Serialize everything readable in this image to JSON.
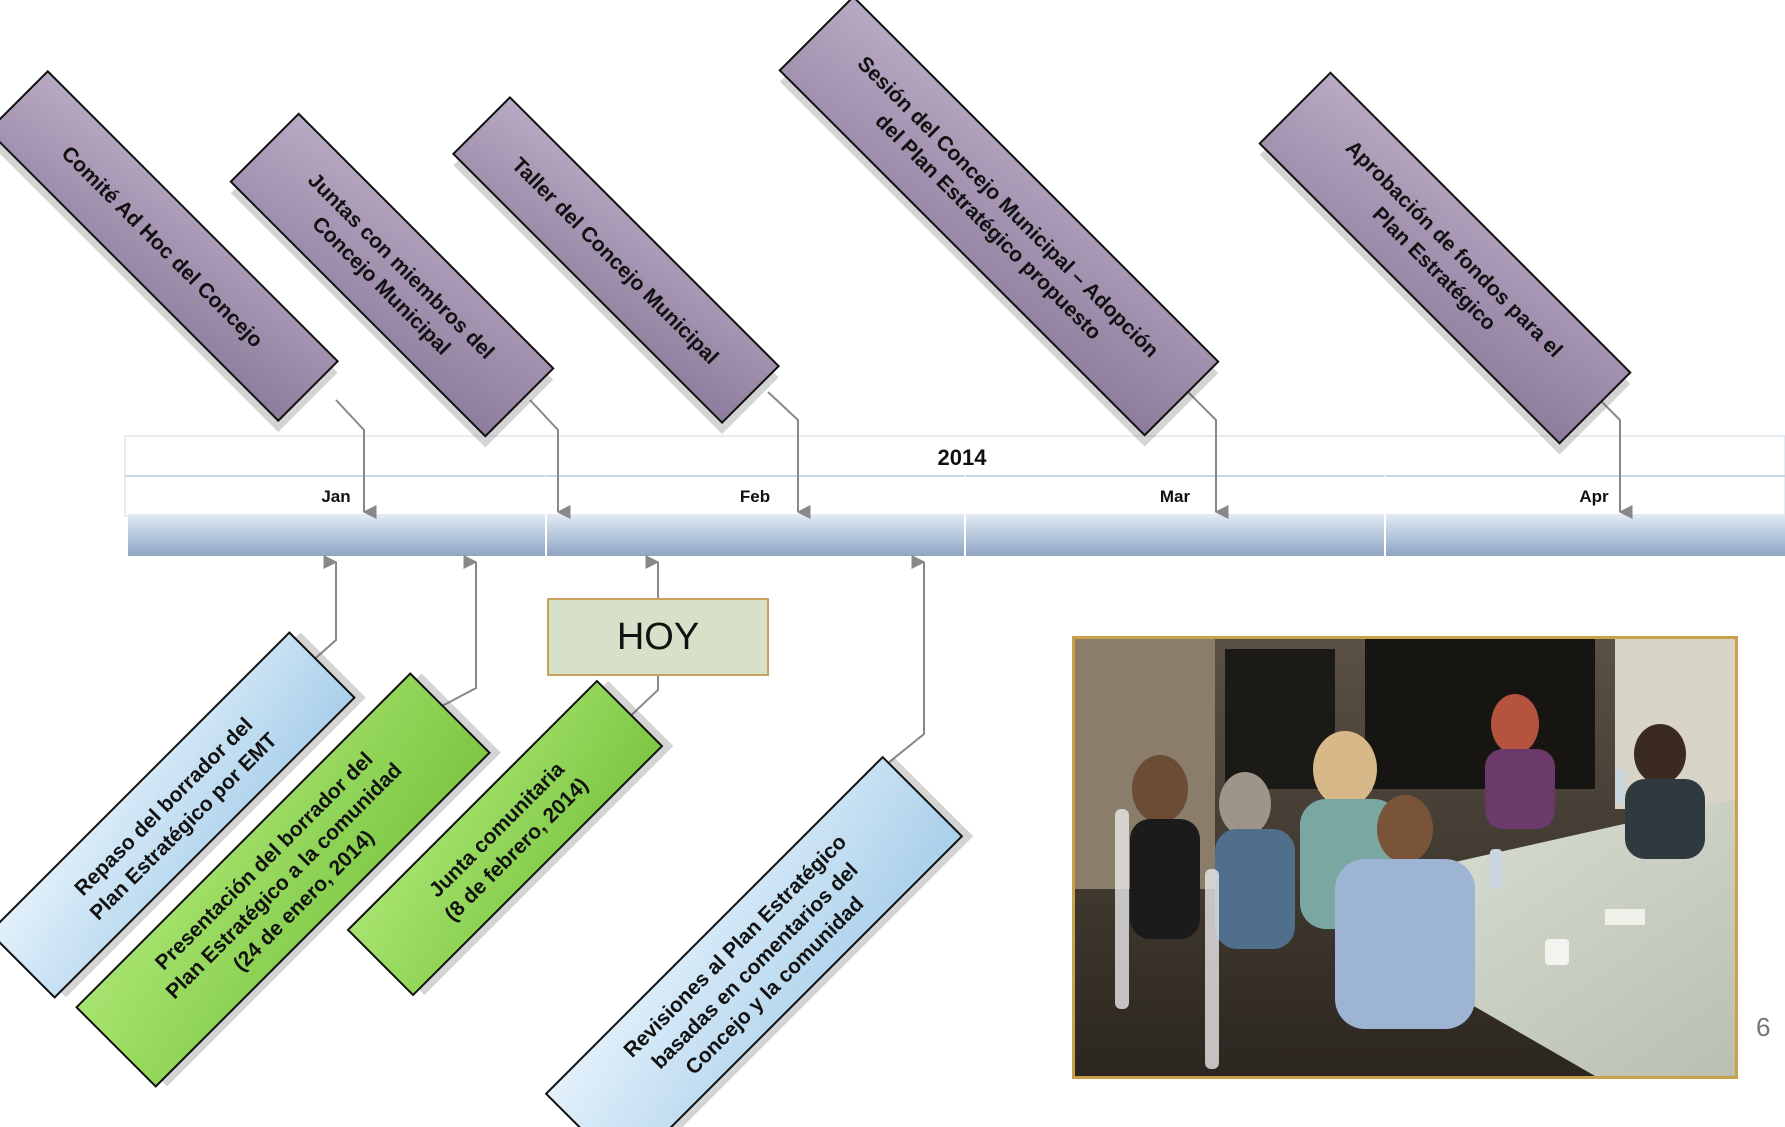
{
  "year": "2014",
  "months": [
    "Jan",
    "Feb",
    "Mar",
    "Apr"
  ],
  "today_label": "HOY",
  "page_number": "6",
  "milestones_above": [
    {
      "lines": [
        "Comité Ad Hoc del Concejo"
      ]
    },
    {
      "lines": [
        "Juntas con miembros del",
        "Concejo Municipal"
      ]
    },
    {
      "lines": [
        "Taller del Concejo Municipal"
      ]
    },
    {
      "lines": [
        "Sesión del Concejo Municipal – Adopción",
        "del Plan Estratégico propuesto"
      ]
    },
    {
      "lines": [
        "Aprobación de fondos para el",
        "Plan Estratégico"
      ]
    }
  ],
  "milestones_below": [
    {
      "lines": [
        "Repaso del borrador del",
        "Plan Estratégico por EMT"
      ],
      "color": "blue"
    },
    {
      "lines": [
        "Presentación del borrador del",
        "Plan Estratégico a la comunidad",
        "(24 de enero, 2014)"
      ],
      "color": "green"
    },
    {
      "lines": [
        "Junta comunitaria",
        "(8 de febrero, 2014)"
      ],
      "color": "green"
    },
    {
      "lines": [
        "Revisiones al Plan Estratégico",
        "basadas en comentarios del",
        "Concejo y la comunidad"
      ],
      "color": "blue"
    }
  ],
  "colors": {
    "purple_callout": "#9a8aa6",
    "blue_callout": "#b8d6ec",
    "green_callout": "#8fd35a",
    "timeline_bar": "#a9bdd6",
    "today_box": "#d7e0c9"
  }
}
